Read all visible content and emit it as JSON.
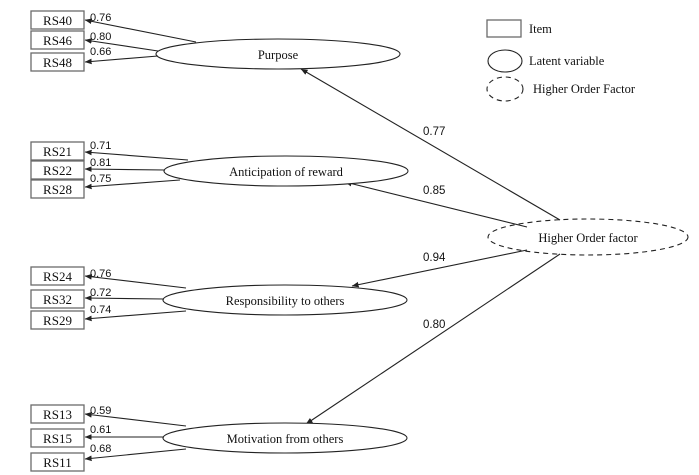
{
  "legend": {
    "item_label": "Item",
    "latent_label": "Latent variable",
    "higher_order_label": "Higher Order Factor"
  },
  "higher_order": {
    "label": "Higher Order factor"
  },
  "factors": [
    {
      "label": "Purpose",
      "loading": "0.77",
      "items": [
        {
          "label": "RS40",
          "loading": "0.76"
        },
        {
          "label": "RS46",
          "loading": "0.80"
        },
        {
          "label": "RS48",
          "loading": "0.66"
        }
      ]
    },
    {
      "label": "Anticipation of reward",
      "loading": "0.85",
      "items": [
        {
          "label": "RS21",
          "loading": "0.71"
        },
        {
          "label": "RS22",
          "loading": "0.81"
        },
        {
          "label": "RS28",
          "loading": "0.75"
        }
      ]
    },
    {
      "label": "Responsibility to others",
      "loading": "0.94",
      "items": [
        {
          "label": "RS24",
          "loading": "0.76"
        },
        {
          "label": "RS32",
          "loading": "0.72"
        },
        {
          "label": "RS29",
          "loading": "0.74"
        }
      ]
    },
    {
      "label": "Motivation from others",
      "loading": "0.80",
      "items": [
        {
          "label": "RS13",
          "loading": "0.59"
        },
        {
          "label": "RS15",
          "loading": "0.61"
        },
        {
          "label": "RS11",
          "loading": "0.68"
        }
      ]
    }
  ]
}
